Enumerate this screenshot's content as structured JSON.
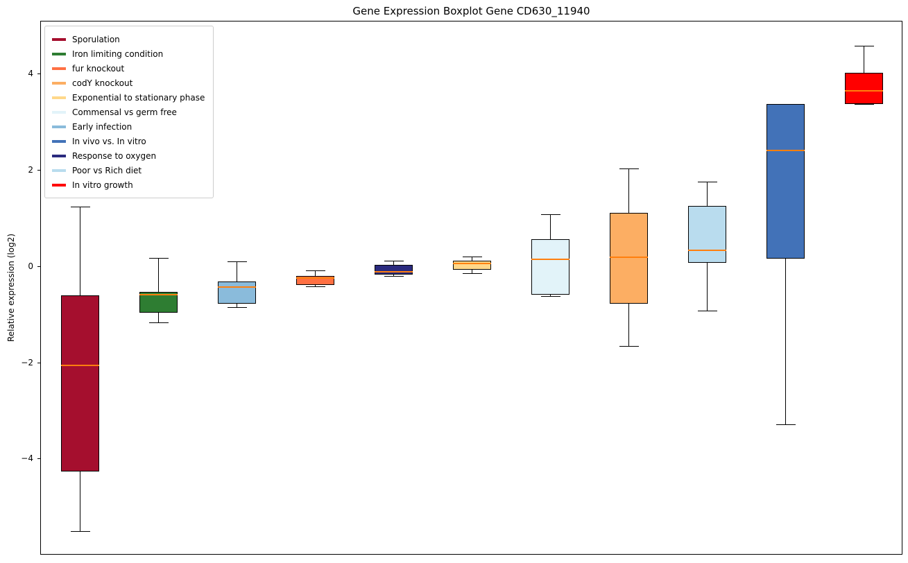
{
  "chart_data": {
    "type": "boxplot",
    "title": "Gene Expression Boxplot Gene CD630_11940",
    "ylabel": "Relative expression (log2)",
    "ylim": [
      -6.0,
      5.1
    ],
    "yticks": [
      {
        "value": -4,
        "label": "−4"
      },
      {
        "value": -2,
        "label": "−2"
      },
      {
        "value": 0,
        "label": "0"
      },
      {
        "value": 2,
        "label": "2"
      },
      {
        "value": 4,
        "label": "4"
      }
    ],
    "grid": false,
    "legend_position": "upper-left",
    "median_color": "#ff7f0e",
    "box_edge_color": "#000000",
    "legend": [
      {
        "label": "Sporulation",
        "color": "#a50f2e"
      },
      {
        "label": "Iron limiting condition",
        "color": "#2e7d32"
      },
      {
        "label": "fur knockout",
        "color": "#ff7043"
      },
      {
        "label": "codY knockout",
        "color": "#fcae63"
      },
      {
        "label": "Exponential to stationary phase",
        "color": "#ffd88a"
      },
      {
        "label": "Commensal vs germ free",
        "color": "#e2f3f9"
      },
      {
        "label": "Early infection",
        "color": "#8abbdb"
      },
      {
        "label": "In vivo vs. In vitro",
        "color": "#4272b8"
      },
      {
        "label": "Response to oxygen",
        "color": "#2a2a7e"
      },
      {
        "label": "Poor vs Rich diet",
        "color": "#b9dcee"
      },
      {
        "label": "In vitro growth",
        "color": "#ff0000"
      }
    ],
    "series": [
      {
        "name": "Sporulation",
        "color": "#a50f2e",
        "whisker_low": -5.5,
        "q1": -4.25,
        "median": -2.05,
        "q3": -0.6,
        "whisker_high": 1.25
      },
      {
        "name": "Iron limiting condition",
        "color": "#2e7d32",
        "whisker_low": -1.16,
        "q1": -0.96,
        "median": -0.58,
        "q3": -0.52,
        "whisker_high": 0.18
      },
      {
        "name": "Early infection",
        "color": "#8abbdb",
        "whisker_low": -0.84,
        "q1": -0.77,
        "median": -0.42,
        "q3": -0.31,
        "whisker_high": 0.11
      },
      {
        "name": "fur knockout",
        "color": "#ff7043",
        "whisker_low": -0.41,
        "q1": -0.38,
        "median": -0.24,
        "q3": -0.19,
        "whisker_high": -0.08
      },
      {
        "name": "Response to oxygen",
        "color": "#2a2a7e",
        "whisker_low": -0.19,
        "q1": -0.16,
        "median": -0.1,
        "q3": 0.04,
        "whisker_high": 0.13
      },
      {
        "name": "Exponential to stationary phase",
        "color": "#ffd88a",
        "whisker_low": -0.13,
        "q1": -0.06,
        "median": 0.07,
        "q3": 0.13,
        "whisker_high": 0.21
      },
      {
        "name": "Commensal vs germ free",
        "color": "#e2f3f9",
        "whisker_low": -0.61,
        "q1": -0.58,
        "median": 0.16,
        "q3": 0.57,
        "whisker_high": 1.09
      },
      {
        "name": "codY knockout",
        "color": "#fcae63",
        "whisker_low": -1.65,
        "q1": -0.77,
        "median": 0.2,
        "q3": 1.12,
        "whisker_high": 2.05
      },
      {
        "name": "Poor vs Rich diet",
        "color": "#b9dcee",
        "whisker_low": -0.91,
        "q1": 0.08,
        "median": 0.34,
        "q3": 1.27,
        "whisker_high": 1.77
      },
      {
        "name": "In vivo vs. In vitro",
        "color": "#4272b8",
        "whisker_low": -3.27,
        "q1": 0.17,
        "median": 2.42,
        "q3": 3.38,
        "whisker_high": 3.38
      },
      {
        "name": "In vitro growth",
        "color": "#ff0000",
        "whisker_low": 3.39,
        "q1": 3.39,
        "median": 3.66,
        "q3": 4.03,
        "whisker_high": 4.59
      }
    ]
  }
}
